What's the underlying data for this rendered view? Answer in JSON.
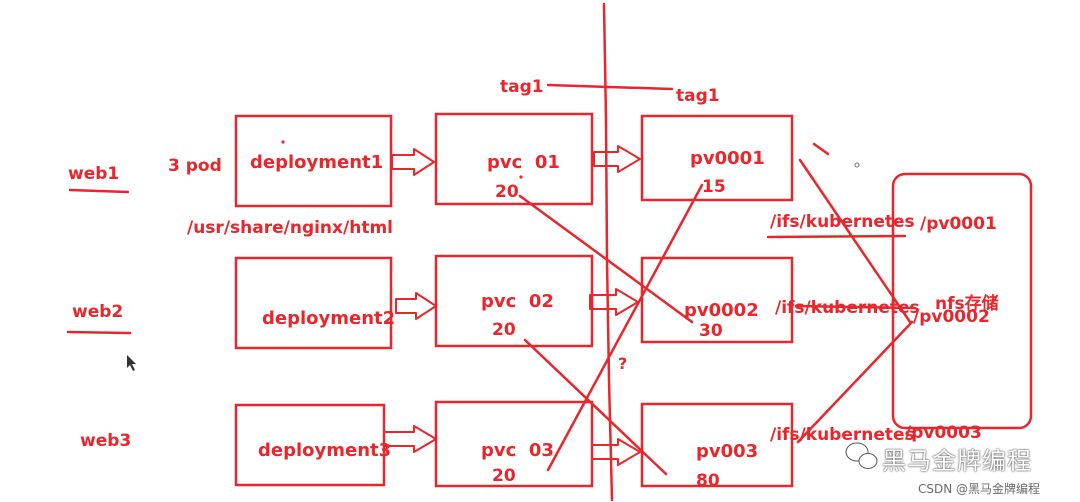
{
  "colors": {
    "stroke": "#e8262c",
    "background": "#ffffff",
    "cursor": "#333333"
  },
  "web_labels": [
    "web1",
    "web2",
    "web3"
  ],
  "pod_label": "3 pod",
  "path_label": "/usr/share/nginx/html",
  "deployments": [
    "deployment1",
    "deployment2",
    "deployment3"
  ],
  "pvcs": [
    {
      "name": "pvc  01",
      "size": "20"
    },
    {
      "name": "pvc  02",
      "size": "20"
    },
    {
      "name": "pvc  03",
      "size": "20"
    }
  ],
  "pvs": [
    {
      "name": "pv0001",
      "size": "15"
    },
    {
      "name": "pv0002",
      "size": "30"
    },
    {
      "name": "pv003",
      "size": "80"
    }
  ],
  "tags": [
    "tag1",
    "tag1"
  ],
  "question_mark": "?",
  "nfs_paths": [
    {
      "base": "/ifs/kubernetes",
      "sub": "/pv0001"
    },
    {
      "base": "/ifs/kubernetes",
      "sub": "/pv0002"
    },
    {
      "base": "/ifs/kubernetes",
      "sub": "/pv0003"
    }
  ],
  "nfs_label": "nfs存储",
  "watermark": "黑马金牌编程",
  "watermark_icon": "wechat-icon",
  "csdn_credit": "CSDN @黑马金牌编程"
}
